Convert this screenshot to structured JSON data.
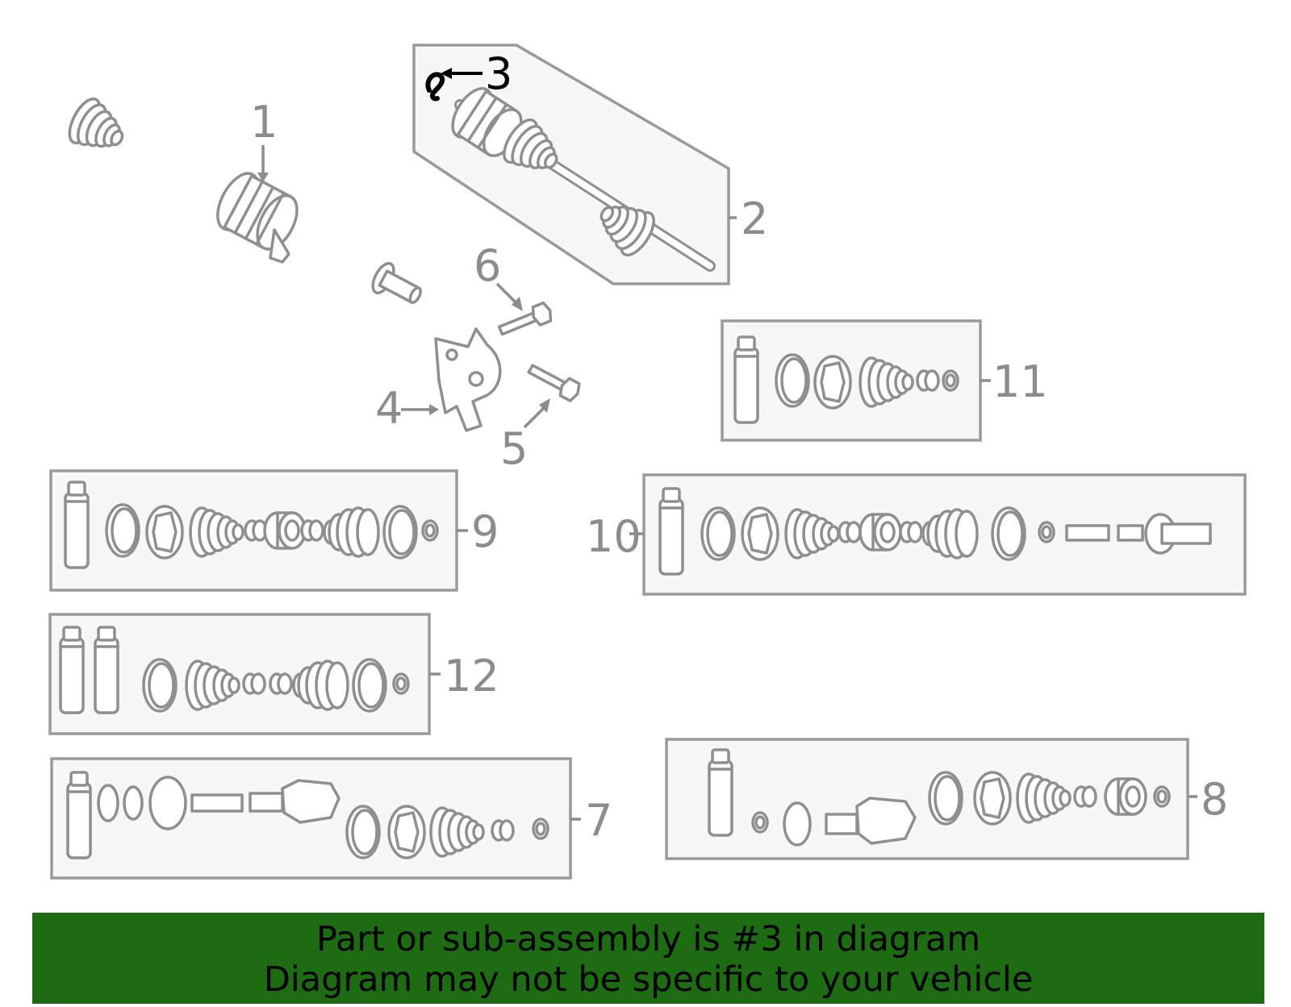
{
  "diagram": {
    "highlighted_part": "3",
    "colors": {
      "part_line": "#8f8f8f",
      "box_fill": "#f7f7f7",
      "highlight": "#000000",
      "banner_bg": "#1d6b12"
    },
    "callouts": [
      {
        "id": "1",
        "label": "1"
      },
      {
        "id": "2",
        "label": "2"
      },
      {
        "id": "3",
        "label": "3"
      },
      {
        "id": "4",
        "label": "4"
      },
      {
        "id": "5",
        "label": "5"
      },
      {
        "id": "6",
        "label": "6"
      },
      {
        "id": "7",
        "label": "7"
      },
      {
        "id": "8",
        "label": "8"
      },
      {
        "id": "9",
        "label": "9"
      },
      {
        "id": "10",
        "label": "10"
      },
      {
        "id": "11",
        "label": "11"
      },
      {
        "id": "12",
        "label": "12"
      }
    ]
  },
  "banner": {
    "line1": "Part or sub-assembly is #3 in diagram",
    "line2": "Diagram may not be specific to your vehicle"
  }
}
